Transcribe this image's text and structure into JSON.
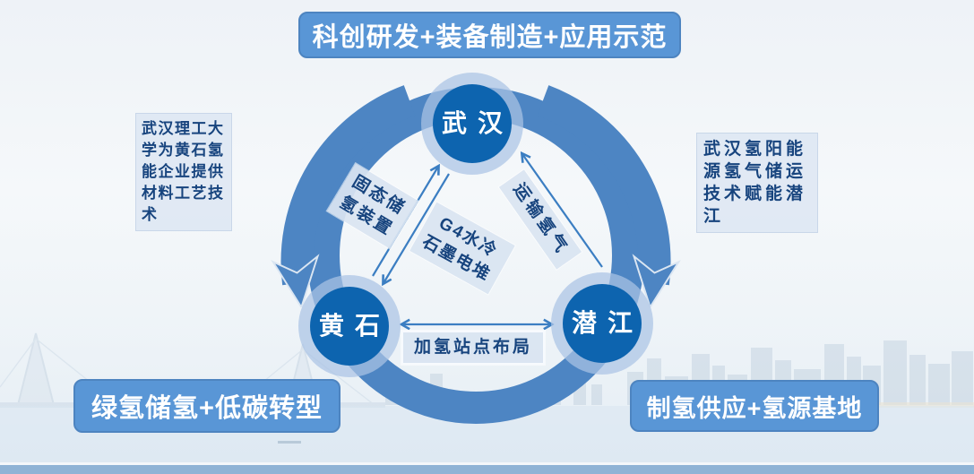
{
  "banners": {
    "top": "科创研发+装备制造+应用示范",
    "bottom_left": "绿氢储氢+低碳转型",
    "bottom_right": "制氢供应+氢源基地"
  },
  "nodes": {
    "top": "武汉",
    "bottom_left": "黄石",
    "bottom_right": "潜江"
  },
  "edge_labels": {
    "wuhan_huangshi_outer": "固态储\n氢装置",
    "wuhan_huangshi_inner": "G4水冷\n石墨电堆",
    "wuhan_qianjiang": "运输氢气",
    "huangshi_qianjiang": "加氢站点布局"
  },
  "side_notes": {
    "left": "武汉理工大学为黄石氢能企业提供材料工艺技术",
    "right": "武汉氢阳能源氢气储运技术赋能潜江"
  },
  "colors": {
    "band": "#4d85c3",
    "node_core": "#0d64af",
    "node_halo": "rgba(170,196,229,0.72)",
    "thin_arrow": "#3b7ec2",
    "label_bg": "rgba(217,228,241,0.93)",
    "label_text": "#17447e",
    "banner_bg": "#5996d6",
    "banner_border": "#4d84c0",
    "banner_text": "#ffffff",
    "note_bg": "rgba(222,231,243,0.92)",
    "note_border": "#c9d7e9"
  }
}
